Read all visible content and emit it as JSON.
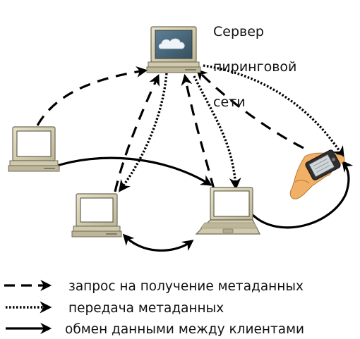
{
  "server": {
    "label": "Сервер\nпиринговой\nсети",
    "line1": "Сервер",
    "line2": "пиринговой",
    "line3": "сети"
  },
  "nodes": [
    {
      "id": "server",
      "kind": "server",
      "icon": "cloud-server-icon"
    },
    {
      "id": "client-left",
      "kind": "desktop",
      "icon": "desktop-computer-icon"
    },
    {
      "id": "client-bottom-left",
      "kind": "desktop",
      "icon": "desktop-computer-icon"
    },
    {
      "id": "client-laptop",
      "kind": "laptop",
      "icon": "laptop-icon"
    },
    {
      "id": "client-pda",
      "kind": "pda",
      "icon": "pda-in-hand-icon"
    }
  ],
  "legend": {
    "request": "запрос на получение метаданных",
    "transfer": "передача метаданных",
    "exchange": "обмен данными между клиентами"
  },
  "colors": {
    "line": "#000000",
    "computer_body": "#d9d4b8",
    "computer_border": "#6e6a55",
    "screen_server": "#4a6a80",
    "hand": "#f2b066"
  }
}
